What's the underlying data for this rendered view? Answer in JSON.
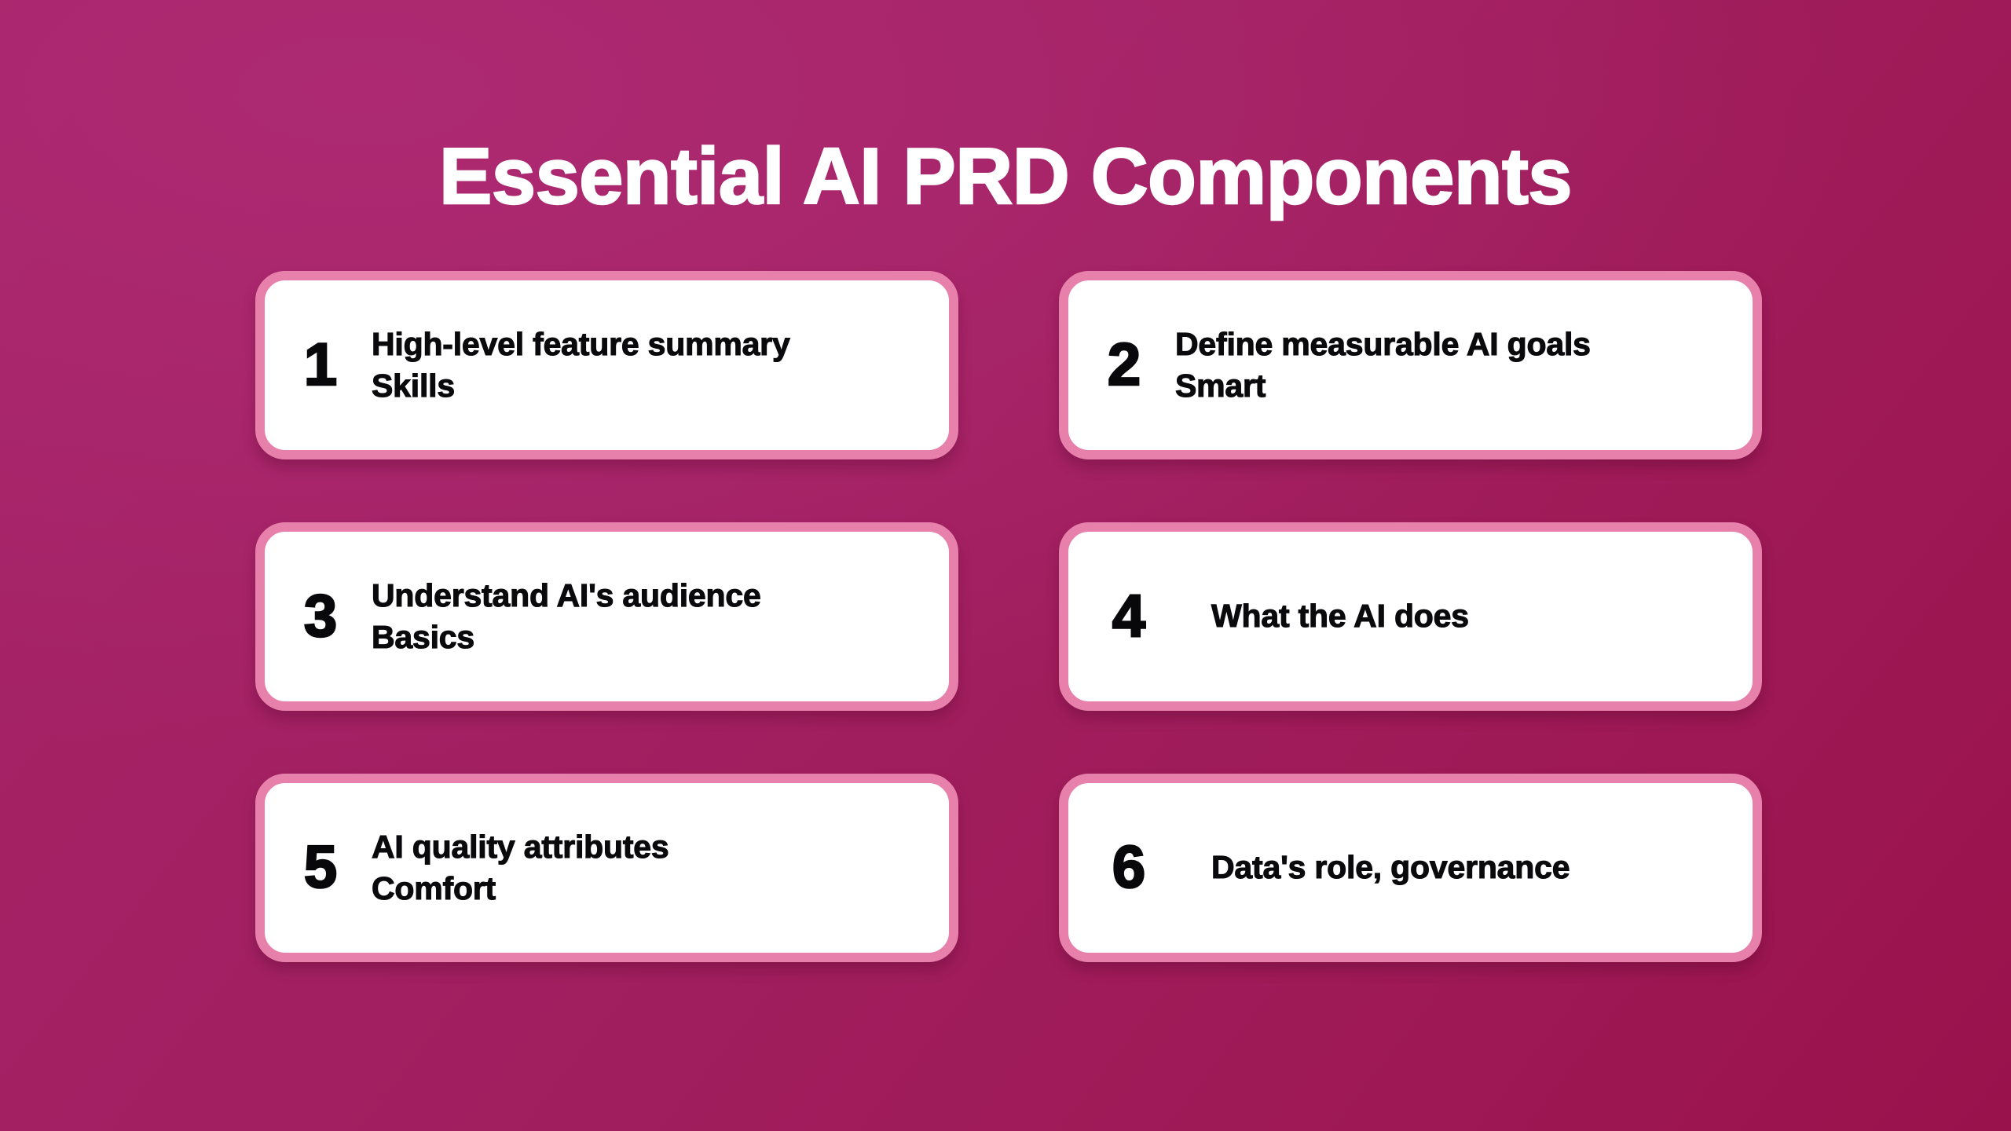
{
  "title": "Essential AI PRD Components",
  "theme": {
    "background_top": "#A62368",
    "background_bottom": "#9A124C",
    "card_background": "#FFFFFF",
    "card_border": "#E781AC",
    "title_color": "#FFFFFF",
    "card_text_color": "#0A0A0C"
  },
  "cards": [
    {
      "number": "1",
      "line1": "High-level feature summary",
      "line2": "Skills"
    },
    {
      "number": "2",
      "line1": "Define measurable AI goals",
      "line2": "Smart"
    },
    {
      "number": "3",
      "line1": "Understand AI's audience",
      "line2": "Basics"
    },
    {
      "number": "4",
      "line1": "What the AI does",
      "line2": ""
    },
    {
      "number": "5",
      "line1": "AI quality attributes",
      "line2": "Comfort"
    },
    {
      "number": "6",
      "line1": "Data's role, governance",
      "line2": ""
    }
  ]
}
